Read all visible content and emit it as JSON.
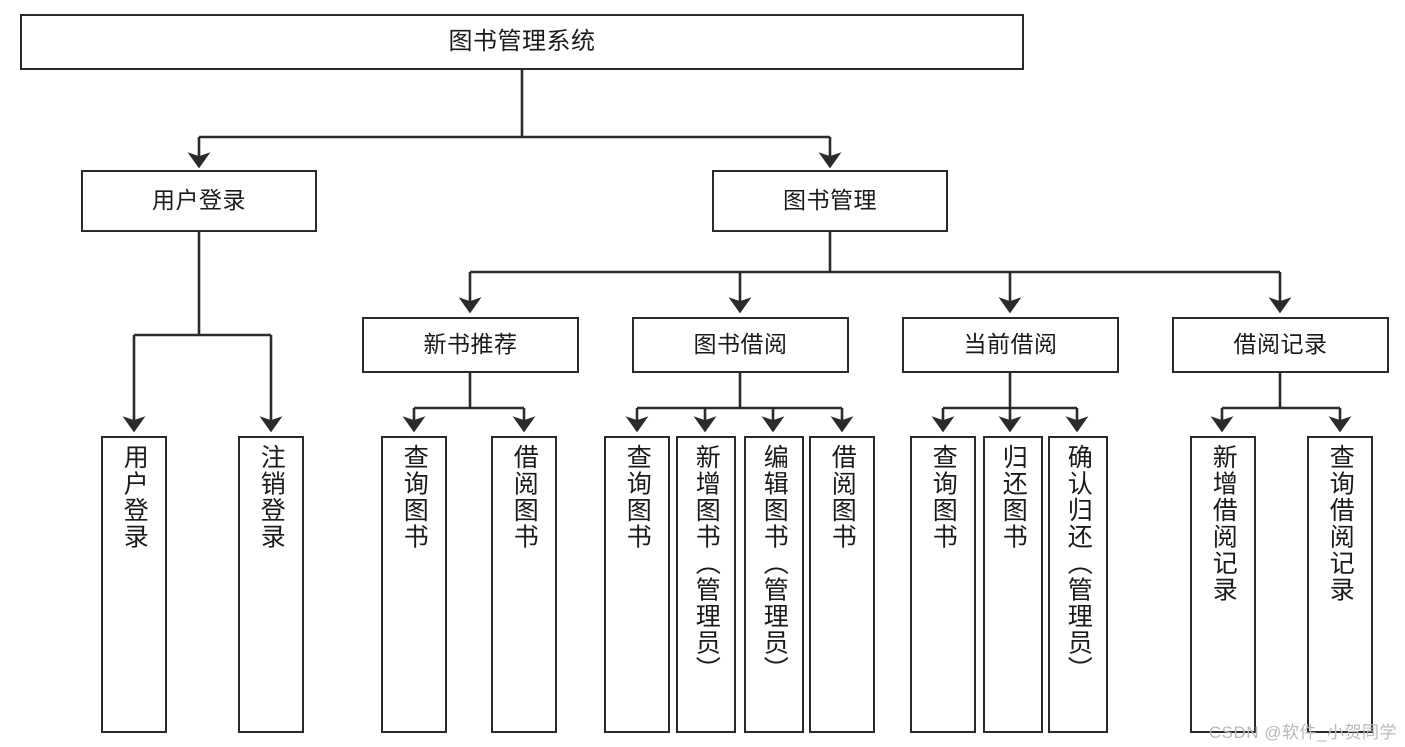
{
  "diagram": {
    "type": "hierarchy-tree",
    "title": "图书管理系统",
    "stroke_color": "#2b2b2b",
    "fill_color": "#ffffff",
    "text_color": "#1a1a1a",
    "root": {
      "label": "图书管理系统"
    },
    "level2": [
      {
        "label": "用户登录"
      },
      {
        "label": "图书管理"
      }
    ],
    "level3": [
      {
        "label": "新书推荐"
      },
      {
        "label": "图书借阅"
      },
      {
        "label": "当前借阅"
      },
      {
        "label": "借阅记录"
      }
    ],
    "leaves": {
      "user_login": [
        {
          "label": "用户登录"
        },
        {
          "label": "注销登录"
        }
      ],
      "new_book_recommend": [
        {
          "label": "查询图书"
        },
        {
          "label": "借阅图书"
        }
      ],
      "book_borrow": [
        {
          "label": "查询图书"
        },
        {
          "label": "新增图书（管理员）"
        },
        {
          "label": "编辑图书（管理员）"
        },
        {
          "label": "借阅图书"
        }
      ],
      "current_borrow": [
        {
          "label": "查询图书"
        },
        {
          "label": "归还图书"
        },
        {
          "label": "确认归还（管理员）"
        }
      ],
      "borrow_record": [
        {
          "label": "新增借阅记录"
        },
        {
          "label": "查询借阅记录"
        }
      ]
    }
  },
  "watermark": {
    "text": "CSDN @软件_小贺同学"
  }
}
